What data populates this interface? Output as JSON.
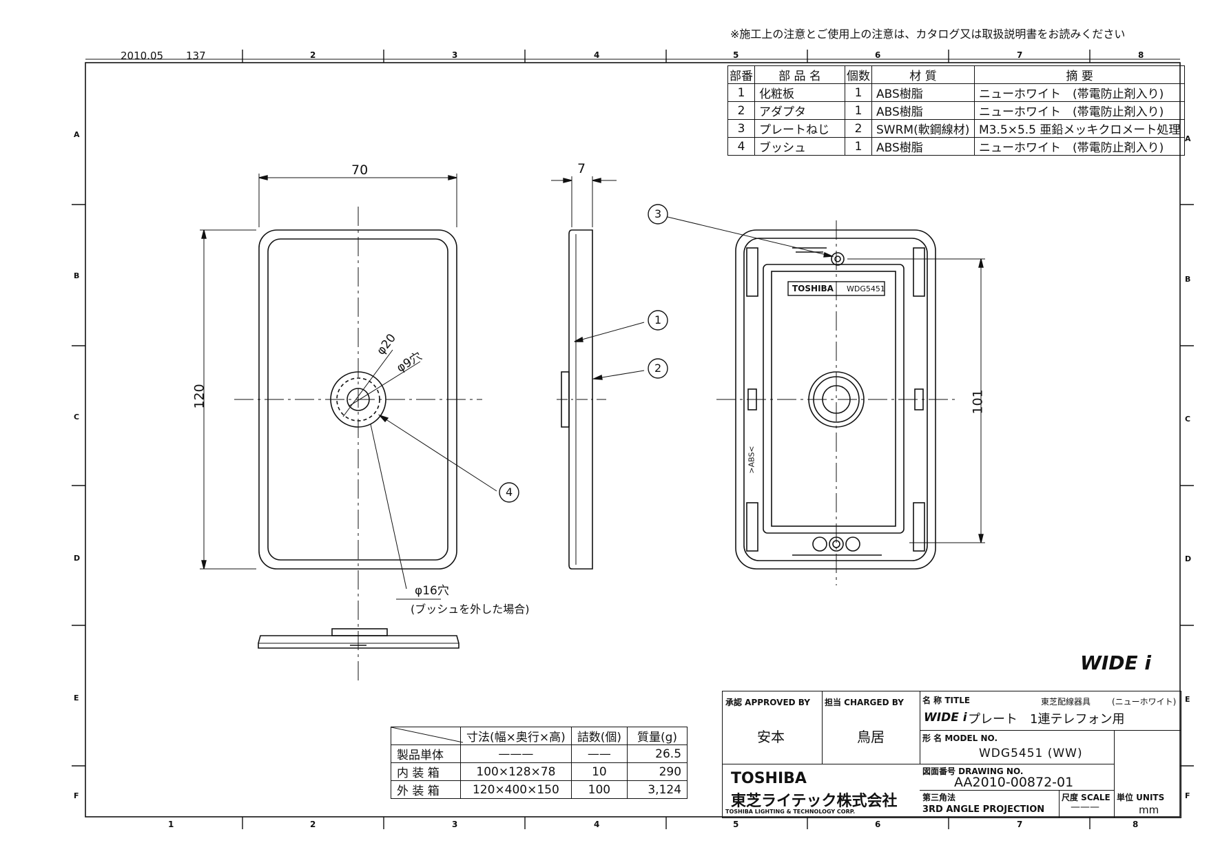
{
  "header_note": "※施工上の注意とご使用上の注意は、カタログ又は取扱説明書をお読みください",
  "stamp": {
    "date": "2010.05",
    "number": "137"
  },
  "grid": {
    "columns": [
      "1",
      "2",
      "3",
      "4",
      "5",
      "6",
      "7",
      "8"
    ],
    "rows": [
      "A",
      "B",
      "C",
      "D",
      "E",
      "F"
    ]
  },
  "parts_table": {
    "headers": [
      "部番",
      "部 品 名",
      "個数",
      "材 質",
      "摘 要"
    ],
    "rows": [
      [
        "1",
        "化粧板",
        "1",
        "ABS樹脂",
        "ニューホワイト　(帯電防止剤入り)"
      ],
      [
        "2",
        "アダプタ",
        "1",
        "ABS樹脂",
        "ニューホワイト　(帯電防止剤入り)"
      ],
      [
        "3",
        "プレートねじ",
        "2",
        "SWRM(軟鋼線材)",
        "M3.5×5.5 亜鉛メッキクロメート処理"
      ],
      [
        "4",
        "ブッシュ",
        "1",
        "ABS樹脂",
        "ニューホワイト　(帯電防止剤入り)"
      ]
    ]
  },
  "dimensions": {
    "width": "70",
    "height": "120",
    "depth": "7",
    "inner": "101",
    "hole_outer": "φ20",
    "hole_inner": "φ9穴",
    "hole_bush_removed": "φ16穴",
    "hole_bush_note": "(ブッシュを外した場合)"
  },
  "callouts": [
    "1",
    "2",
    "3",
    "4"
  ],
  "front_label": {
    "brand": "TOSHIBA",
    "model": "WDG5451"
  },
  "material_mark": ">ABS<",
  "series_logo": "WIDE i",
  "pack_table": {
    "headers": [
      "",
      "寸法(幅×奥行×高)",
      "詰数(個)",
      "質量(g)"
    ],
    "rows": [
      [
        "製品単体",
        "———",
        "——",
        "26.5"
      ],
      [
        "内 装 箱",
        "100×128×78",
        "10",
        "290"
      ],
      [
        "外 装 箱",
        "120×400×150",
        "100",
        "3,124"
      ]
    ]
  },
  "title_block": {
    "approved_label": "承認 APPROVED BY",
    "approved_value": "安本",
    "charged_label": "担当 CHARGED BY",
    "charged_value": "鳥居",
    "title_label": "名 称 TITLE",
    "title_maker": "東芝配線器具",
    "title_color": "(ニューホワイト)",
    "title_logo": "WIDE i",
    "title_value": "プレート　1連テレフォン用",
    "model_label": "形 名 MODEL NO.",
    "model_value": "WDG5451 (WW)",
    "drawing_label": "図面番号 DRAWING NO.",
    "drawing_value": "AA2010-00872-01",
    "projection_label": "第三角法",
    "projection_value": "3RD ANGLE PROJECTION",
    "scale_label": "尺度 SCALE",
    "scale_value": "———",
    "units_label": "単位 UNITS",
    "units_value": "mm",
    "company_logo": "TOSHIBA",
    "company_jp": "東芝ライテック株式会社",
    "company_en": "TOSHIBA LIGHTING & TECHNOLOGY CORP."
  }
}
